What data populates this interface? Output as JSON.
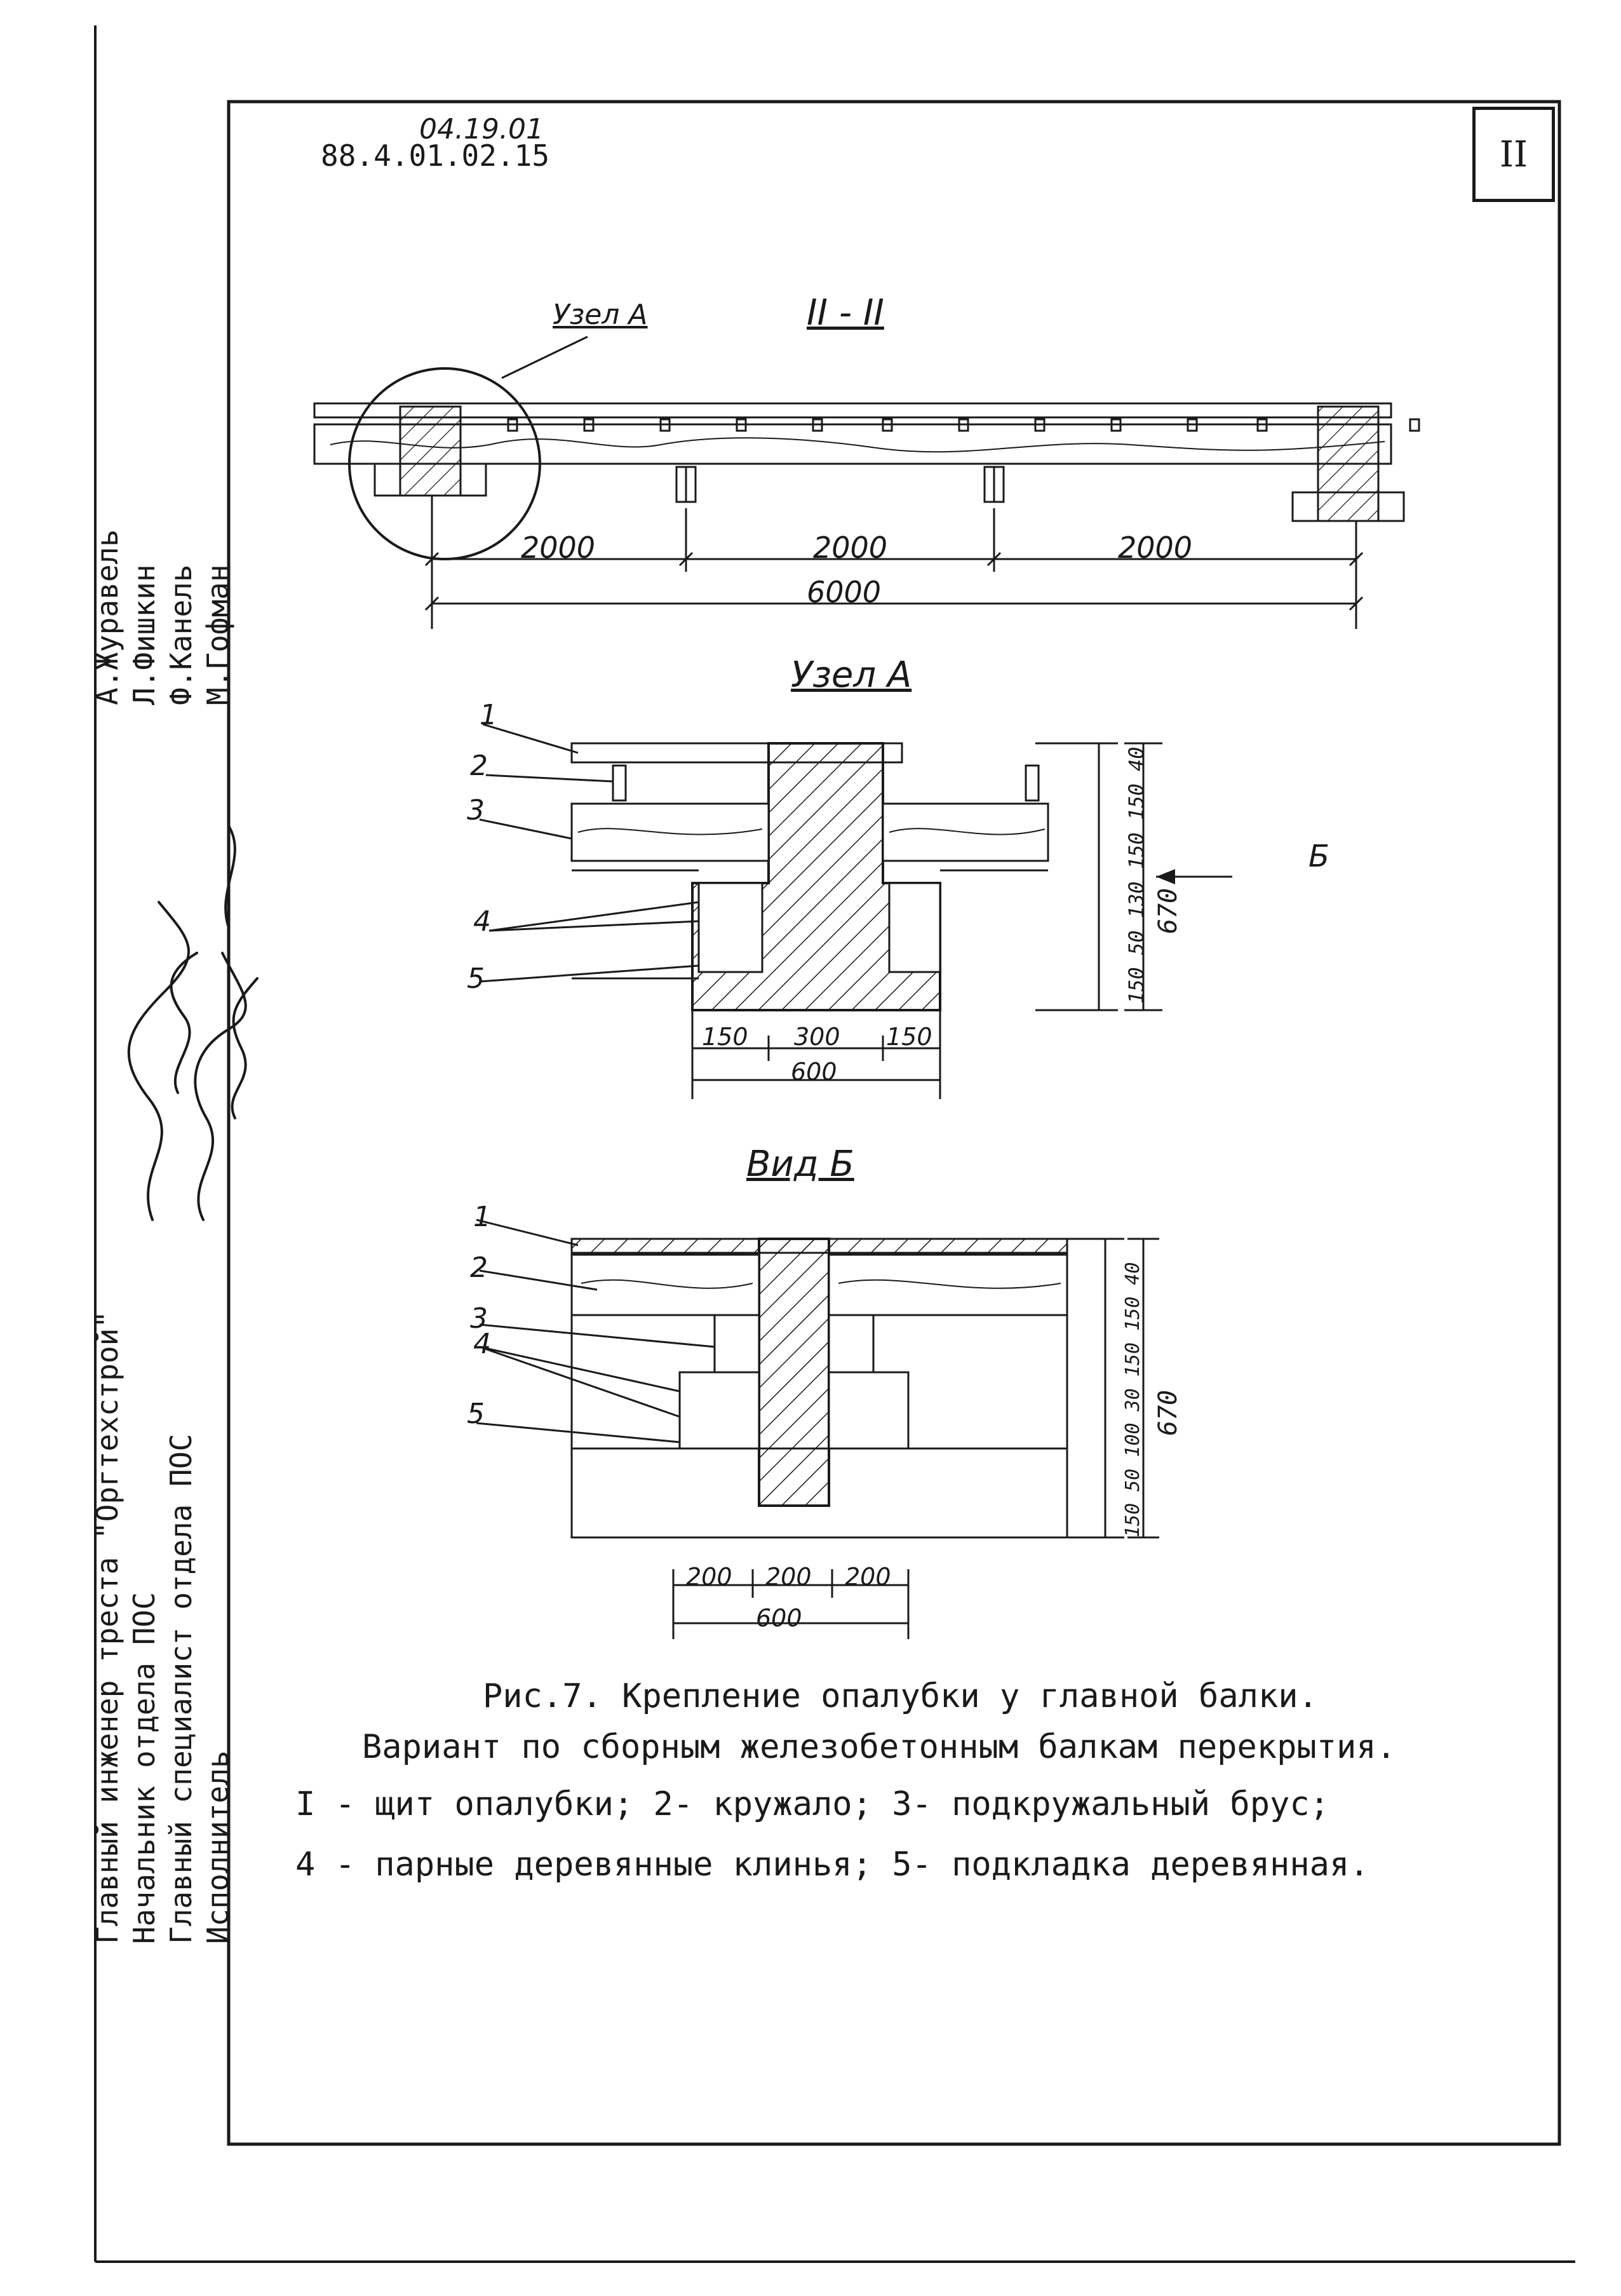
{
  "header": {
    "code_handwritten": "04.19.01",
    "code_printed": "88.4.01.02.15",
    "sheet_number": "II"
  },
  "section_top": {
    "title": "II - II",
    "node_label": "Узел А",
    "dims": [
      "2000",
      "2000",
      "2000"
    ],
    "total": "6000"
  },
  "node_a": {
    "title": "Узел А",
    "callouts": [
      "1",
      "2",
      "3",
      "4",
      "5"
    ],
    "view_arrow": "Б",
    "right_dims": "150 50 130 150 150 40",
    "total_height": "670",
    "bottom_dims": [
      "150",
      "300",
      "150"
    ],
    "bottom_total": "600"
  },
  "view_b": {
    "title": "Вид Б",
    "callouts": [
      "1",
      "2",
      "3",
      "4",
      "5"
    ],
    "right_dims": "150 50 100 30 150 150 40",
    "total_height": "670",
    "bottom_dims": [
      "200",
      "200",
      "200"
    ],
    "bottom_total": "600"
  },
  "caption": {
    "line1": "Рис.7. Крепление опалубки у главной балки.",
    "line2": "Вариант по сборным железобетонным балкам перекрытия.",
    "line3": "I - щит опалубки; 2- кружало; 3- подкружальный брус;",
    "line4": "4 - парные деревянные клинья; 5- подкладка  деревянная."
  },
  "signatures": {
    "positions": [
      "Главный инженер треста \"Оргтехстрой\"",
      "Начальник отдела ПОС",
      "Главный специалист отдела ПОС",
      "Исполнитель"
    ],
    "names": [
      "А.Журавель",
      "Л.Фишкин",
      "Ф.Канель",
      "М.Гофман"
    ]
  }
}
